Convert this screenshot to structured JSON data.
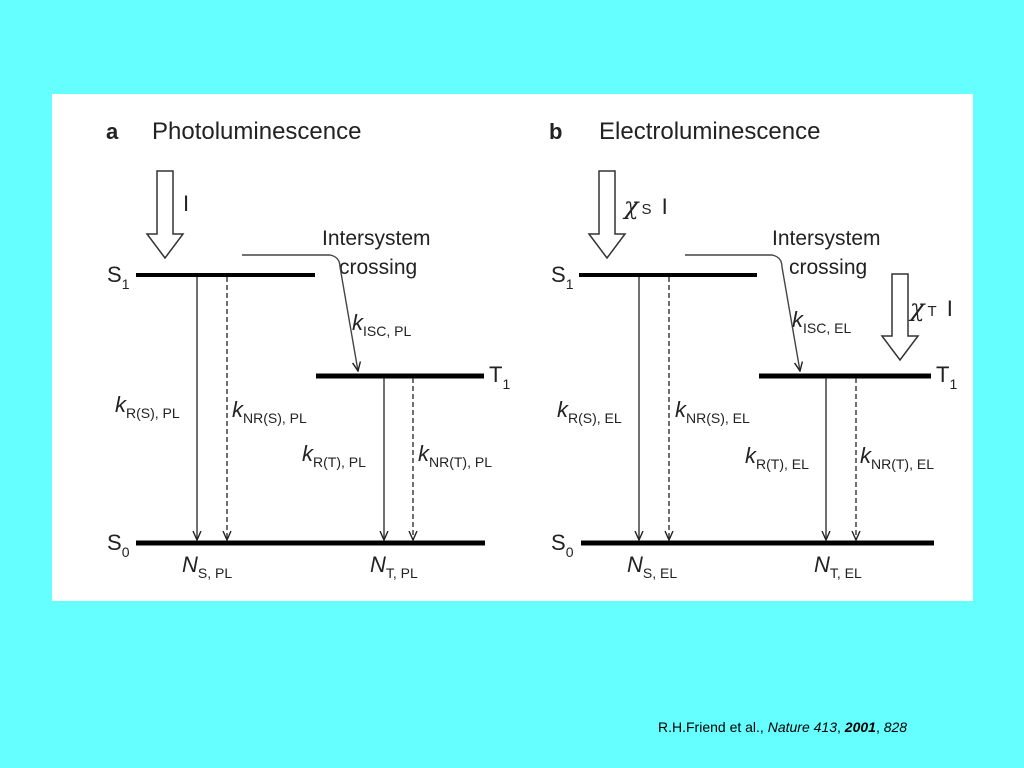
{
  "background_color": "#66FFFF",
  "panel_a": {
    "letter": "a",
    "title": "Photoluminescence",
    "excitation_label": "I",
    "s1_label": {
      "main": "S",
      "sub": "1"
    },
    "t1_label": {
      "main": "T",
      "sub": "1"
    },
    "s0_label": {
      "main": "S",
      "sub": "0"
    },
    "isc_line1": "Intersystem",
    "isc_line2": "crossing",
    "k_isc": {
      "k": "k",
      "sub": "ISC, PL"
    },
    "k_rs": {
      "k": "k",
      "sub": "R(S), PL"
    },
    "k_nrs": {
      "k": "k",
      "sub": "NR(S), PL"
    },
    "k_rt": {
      "k": "k",
      "sub": "R(T), PL"
    },
    "k_nrt": {
      "k": "k",
      "sub": "NR(T), PL"
    },
    "n_s": {
      "n": "N",
      "sub": "S, PL"
    },
    "n_t": {
      "n": "N",
      "sub": "T, PL"
    }
  },
  "panel_b": {
    "letter": "b",
    "title": "Electroluminescence",
    "chi_s": {
      "chi": "χ",
      "sub": "S",
      "i": "I"
    },
    "chi_t": {
      "chi": "χ",
      "sub": "T",
      "i": "I"
    },
    "s1_label": {
      "main": "S",
      "sub": "1"
    },
    "t1_label": {
      "main": "T",
      "sub": "1"
    },
    "s0_label": {
      "main": "S",
      "sub": "0"
    },
    "isc_line1": "Intersystem",
    "isc_line2": "crossing",
    "k_isc": {
      "k": "k",
      "sub": "ISC, EL"
    },
    "k_rs": {
      "k": "k",
      "sub": "R(S), EL"
    },
    "k_nrs": {
      "k": "k",
      "sub": "NR(S), EL"
    },
    "k_rt": {
      "k": "k",
      "sub": "R(T), EL"
    },
    "k_nrt": {
      "k": "k",
      "sub": "NR(T), EL"
    },
    "n_s": {
      "n": "N",
      "sub": "S, EL"
    },
    "n_t": {
      "n": "N",
      "sub": "T, EL"
    }
  },
  "citation": {
    "authors": "R.H.Friend et al.,",
    "journal": "Nature 413",
    "year": "2001",
    "page": "828"
  }
}
